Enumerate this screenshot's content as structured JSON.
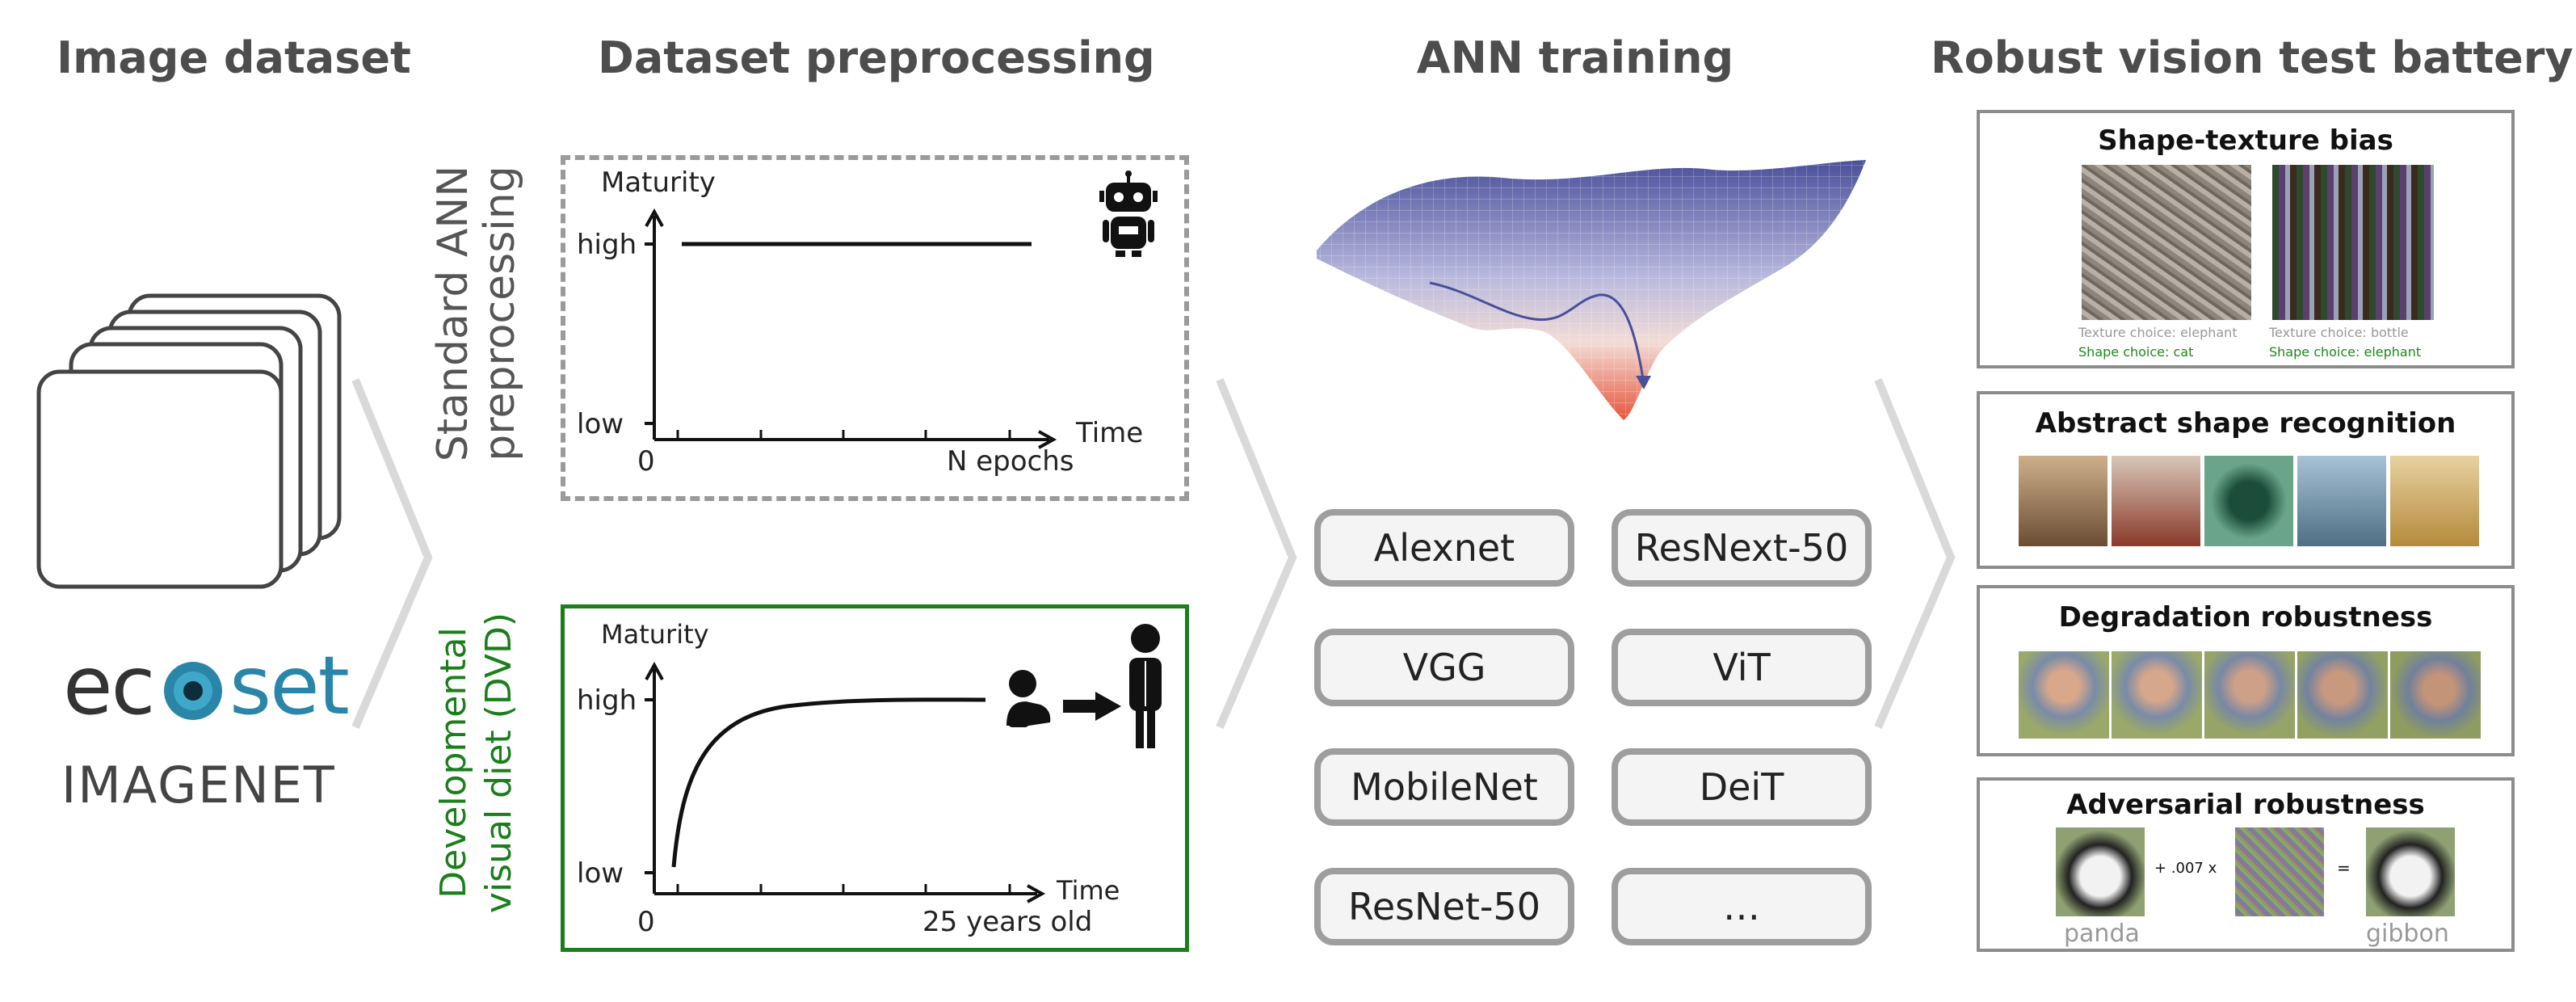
{
  "columns": {
    "image_dataset": "Image dataset",
    "preprocessing": "Dataset preprocessing",
    "training": "ANN training",
    "test_battery": "Robust vision test battery"
  },
  "datasets": {
    "ecoset": "ecoset",
    "imagenet": "IMAGENET"
  },
  "standard_panel": {
    "side_label_line1": "Standard ANN",
    "side_label_line2": "preprocessing",
    "y_axis_label": "Maturity",
    "y_high": "high",
    "y_low": "low",
    "x_axis_label": "Time",
    "x_zero": "0",
    "x_end": "N epochs"
  },
  "dvd_panel": {
    "side_label_line1": "Developmental",
    "side_label_line2": "visual diet (DVD)",
    "y_axis_label": "Maturity",
    "y_high": "high",
    "y_low": "low",
    "x_axis_label": "Time",
    "x_zero": "0",
    "x_end": "25 years old"
  },
  "models": [
    "Alexnet",
    "ResNext-50",
    "VGG",
    "ViT",
    "MobileNet",
    "DeiT",
    "ResNet-50",
    "…"
  ],
  "tests": {
    "shape_texture": {
      "title": "Shape-texture bias",
      "left_texture": "Texture choice: elephant",
      "left_shape": "Shape choice: cat",
      "right_texture": "Texture choice: bottle",
      "right_shape": "Shape choice: elephant"
    },
    "abstract": {
      "title": "Abstract shape recognition"
    },
    "degradation": {
      "title": "Degradation robustness"
    },
    "adversarial": {
      "title": "Adversarial robustness",
      "plus_label": "+ .007 x",
      "equals": "=",
      "left_label": "panda",
      "right_label": "gibbon"
    }
  },
  "colors": {
    "title_gray": "#4d4d4d",
    "dvd_green": "#1a7f1a",
    "dashed_gray": "#9a9a9a",
    "chevron_gray": "#d9d9d9",
    "shape_green": "#1a8a1a",
    "ecoset_dark": "#333333",
    "ecoset_teal": "#2a86a8",
    "loss_blue": "#4a4f9a",
    "loss_red": "#e8553c"
  },
  "icons": [
    "robot-icon",
    "baby-icon",
    "adult-icon",
    "arrow-right-icon",
    "eye-icon"
  ]
}
